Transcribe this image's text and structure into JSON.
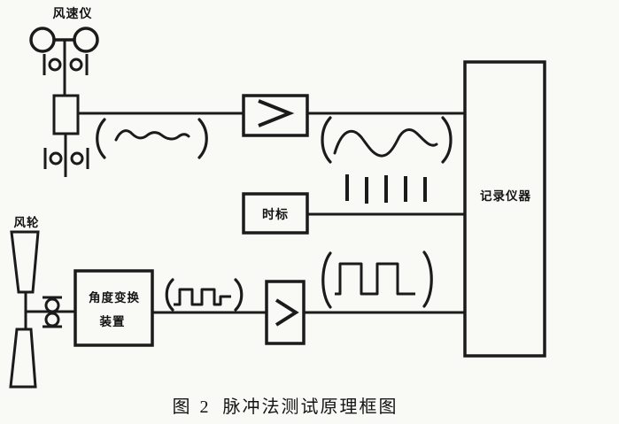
{
  "figure": {
    "caption": {
      "prefix": "图",
      "number": "2",
      "title": "脉冲法测试原理框图"
    },
    "colors": {
      "paper": "#f9f9f6",
      "ink": "#1b1b1b"
    }
  },
  "labels": {
    "anemometer": "风速仪",
    "rotor": "风轮",
    "time_marker": "时标",
    "angle_converter_line1": "角度变换",
    "angle_converter_line2": "装置",
    "recorder": "记录仪器"
  },
  "symbols": {
    "amplifier": ">",
    "analog_signal_small": "(∿)",
    "analog_signal_large": "(∿∿)",
    "pulse_signal_small": "(⊓⊓)",
    "pulse_signal_large": "(⊓⊓)",
    "time_tick_marks": "| | | | |"
  }
}
